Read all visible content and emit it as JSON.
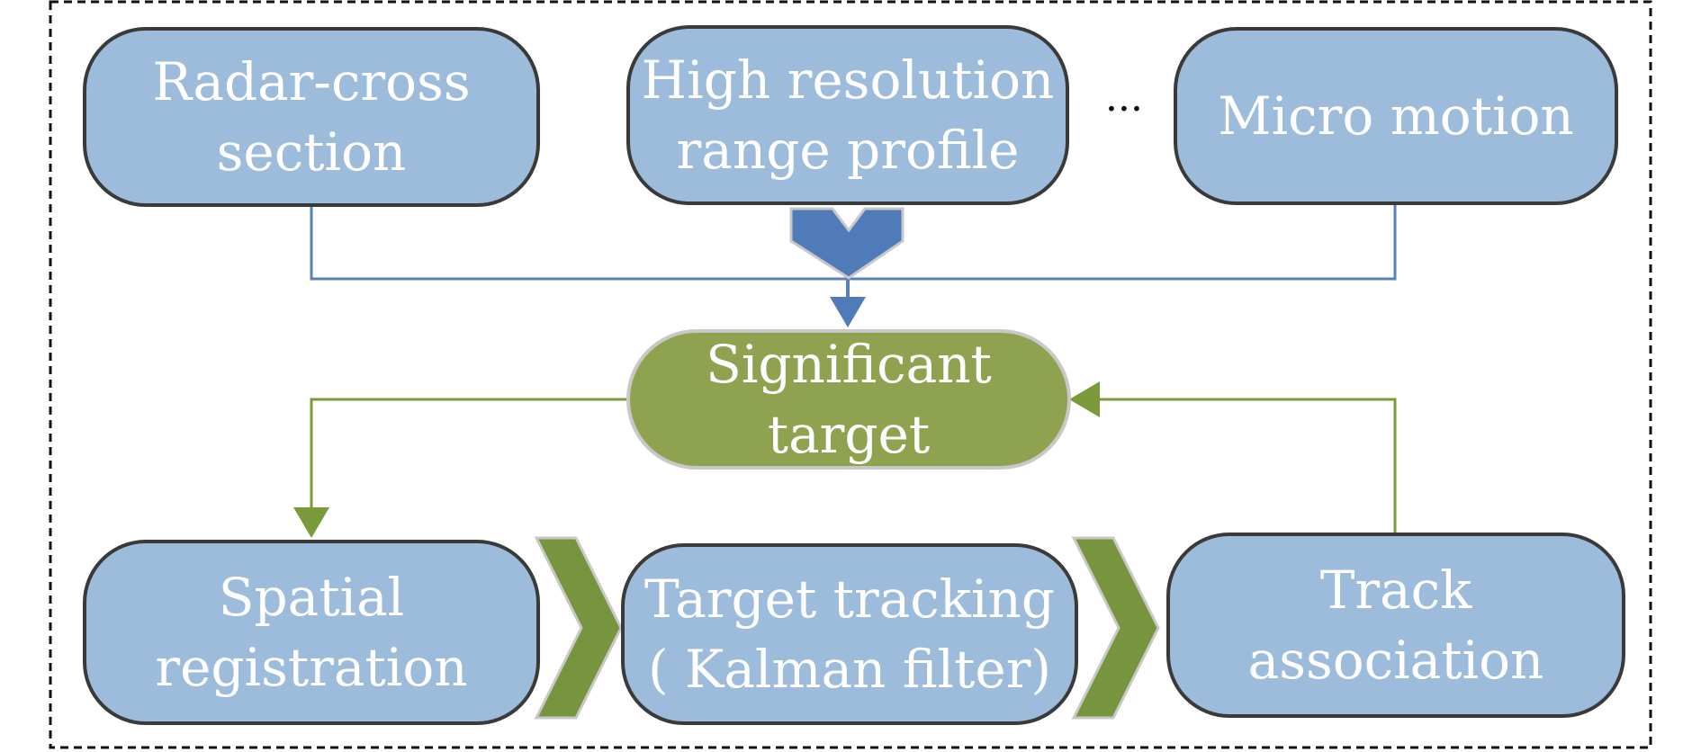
{
  "colors": {
    "box_fill": "#9dbbda",
    "box_border": "#3a3a3a",
    "target_fill": "#8fa250",
    "target_border": "#c8c8c8",
    "blue_line": "#5b82b6",
    "blue_arrow": "#4f7cb8",
    "green_line": "#7a9a3c",
    "chevron_green": "#76953e",
    "frame": "#111111"
  },
  "features": {
    "rcs": "Radar-cross\nsection",
    "hrrp": "High resolution\nrange profile",
    "ellipsis": "···",
    "micro": "Micro motion"
  },
  "target": {
    "label": "Significant\ntarget"
  },
  "pipeline": {
    "spatial": "Spatial\nregistration",
    "tracking": "Target tracking\n( Kalman filter)",
    "association": "Track\nassociation"
  },
  "icons": {
    "down_chevron": "chevron-down-icon",
    "right_chevron": "chevron-right-icon",
    "arrow": "arrow-head-icon"
  }
}
